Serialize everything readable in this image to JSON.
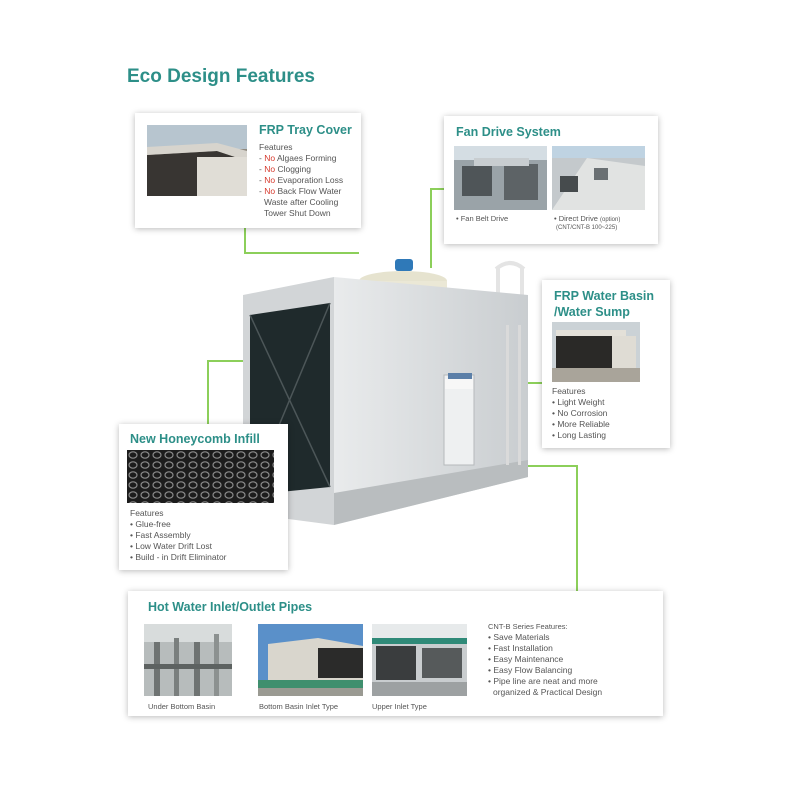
{
  "page": {
    "title": "Eco Design Features"
  },
  "frp_tray": {
    "title": "FRP Tray Cover",
    "features_label": "Features",
    "items": [
      {
        "prefix": "- ",
        "no": "No",
        "rest": " Algaes Forming"
      },
      {
        "prefix": "- ",
        "no": "No",
        "rest": " Clogging"
      },
      {
        "prefix": "- ",
        "no": "No",
        "rest": " Evaporation Loss"
      },
      {
        "prefix": "- ",
        "no": "No",
        "rest": " Back Flow Water"
      }
    ],
    "continuation": [
      "Waste after Cooling",
      "Tower Shut Down"
    ]
  },
  "fan_drive": {
    "title": "Fan Drive System",
    "caption_belt": "• Fan Belt Drive",
    "caption_direct": "• Direct Drive",
    "caption_direct_option": "(option)",
    "caption_direct_models": "(CNT/CNT-B 100~225)"
  },
  "frp_basin": {
    "title_line1": "FRP Water Basin",
    "title_line2": "/Water Sump",
    "features_label": "Features",
    "items": [
      "• Light Weight",
      "• No Corrosion",
      "• More Reliable",
      "• Long Lasting"
    ]
  },
  "honeycomb": {
    "title": "New Honeycomb Infill",
    "features_label": "Features",
    "items": [
      "• Glue-free",
      "• Fast Assembly",
      "• Low Water Drift Lost",
      "• Build - in Drift Eliminator"
    ]
  },
  "pipes": {
    "title": "Hot Water Inlet/Outlet Pipes",
    "captions": [
      "Under Bottom Basin",
      "Bottom Basin Inlet Type",
      "Upper Inlet Type"
    ],
    "series_label": "CNT-B Series Features:",
    "items": [
      "• Save Materials",
      "• Fast Installation",
      "• Easy Maintenance",
      "• Easy Flow Balancing",
      "• Pipe line are neat and more"
    ],
    "continuation": "organized & Practical Design"
  },
  "colors": {
    "accent": "#2d8f88",
    "leader": "#8ccf5a",
    "no_red": "#d63a2e"
  }
}
